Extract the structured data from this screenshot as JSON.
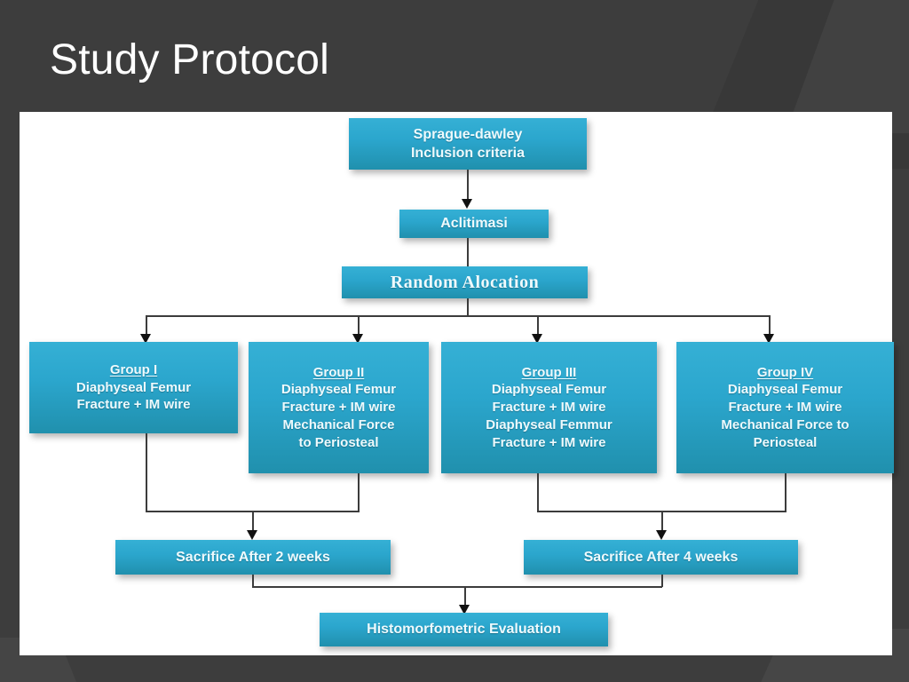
{
  "slide": {
    "title": "Study Protocol",
    "background_color": "#3d3d3d",
    "panel_color": "#ffffff",
    "box_color": "#2ba6cd",
    "text_color": "#eefafd"
  },
  "flow": {
    "inclusion": {
      "line1": "Sprague-dawley",
      "line2": "Inclusion criteria"
    },
    "acclimatization": {
      "label": "Aclitimasi"
    },
    "randomization": {
      "label": "Random Alocation"
    },
    "groups": [
      {
        "title": "Group I",
        "lines": [
          "Diaphyseal Femur",
          "Fracture + IM wire"
        ]
      },
      {
        "title": "Group II",
        "lines": [
          "Diaphyseal Femur",
          "Fracture + IM wire",
          "Mechanical Force",
          "to Periosteal"
        ]
      },
      {
        "title": "Group III",
        "lines": [
          "Diaphyseal Femur",
          "Fracture + IM wire",
          "Diaphyseal Femmur",
          "Fracture + IM wire"
        ]
      },
      {
        "title": "Group IV",
        "lines": [
          "Diaphyseal Femur",
          "Fracture + IM wire",
          "Mechanical Force to",
          "Periosteal"
        ]
      }
    ],
    "sacrifice_2w": {
      "label": "Sacrifice After 2 weeks"
    },
    "sacrifice_4w": {
      "label": "Sacrifice After 4 weeks"
    },
    "evaluation": {
      "label": "Histomorfometric Evaluation"
    }
  }
}
